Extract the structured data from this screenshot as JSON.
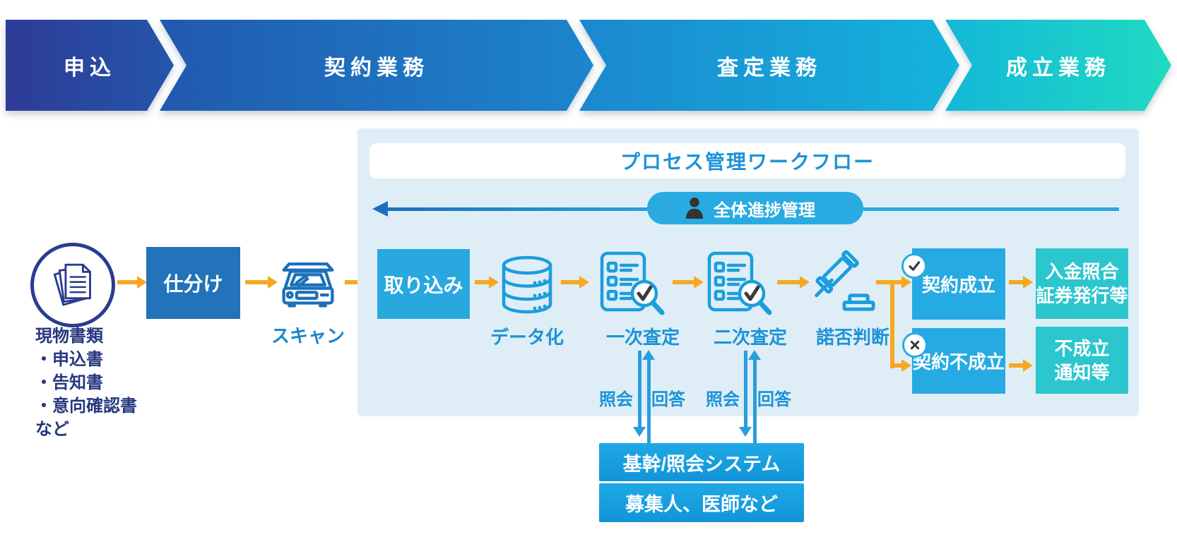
{
  "banner": {
    "stages": [
      "申込",
      "契約業務",
      "査定業務",
      "成立業務"
    ]
  },
  "source_docs": {
    "lines": [
      "現物書類",
      "・申込書",
      "・告知書",
      "・意向確認書",
      "など"
    ]
  },
  "pre": {
    "sort": "仕分け",
    "scan": "スキャン"
  },
  "panel": {
    "title": "プロセス管理ワークフロー",
    "progress": "全体進捗管理",
    "import": "取り込み",
    "digitize": "データ化",
    "assess1": "一次査定",
    "assess2": "二次査定",
    "decision": "諾否判断",
    "approved": "契約成立",
    "rejected": "契約不成立",
    "approved_next1": "入金照合",
    "approved_next2": "証券発行等",
    "rejected_next1": "不成立",
    "rejected_next2": "通知等",
    "inquiry": "照会",
    "reply": "回答"
  },
  "external": {
    "system": "基幹/照会システム",
    "people": "募集人、医師など"
  },
  "icons": {
    "documents": "document-stack-icon",
    "scanner": "scanner-icon",
    "database": "database-icon",
    "checklist": "checklist-magnifier-icon",
    "gavel": "gavel-icon",
    "person": "person-icon",
    "check": "✓",
    "cross": "✕"
  },
  "colors": {
    "banner_start": "#2e3b96",
    "banner_mid": "#1c86cd",
    "banner_end": "#1fdac1",
    "orange_arrow": "#f7a822",
    "panel_bg": "#dfeef6",
    "blue_label": "#1b93d8",
    "navy_text": "#27377f",
    "sort_box": "#2273b9",
    "import_box": "#29a8e0",
    "result_box": "#25aae3",
    "teal_box": "#2bc6ce",
    "pill": "#29abe2",
    "system_box": "#17a2e2"
  }
}
